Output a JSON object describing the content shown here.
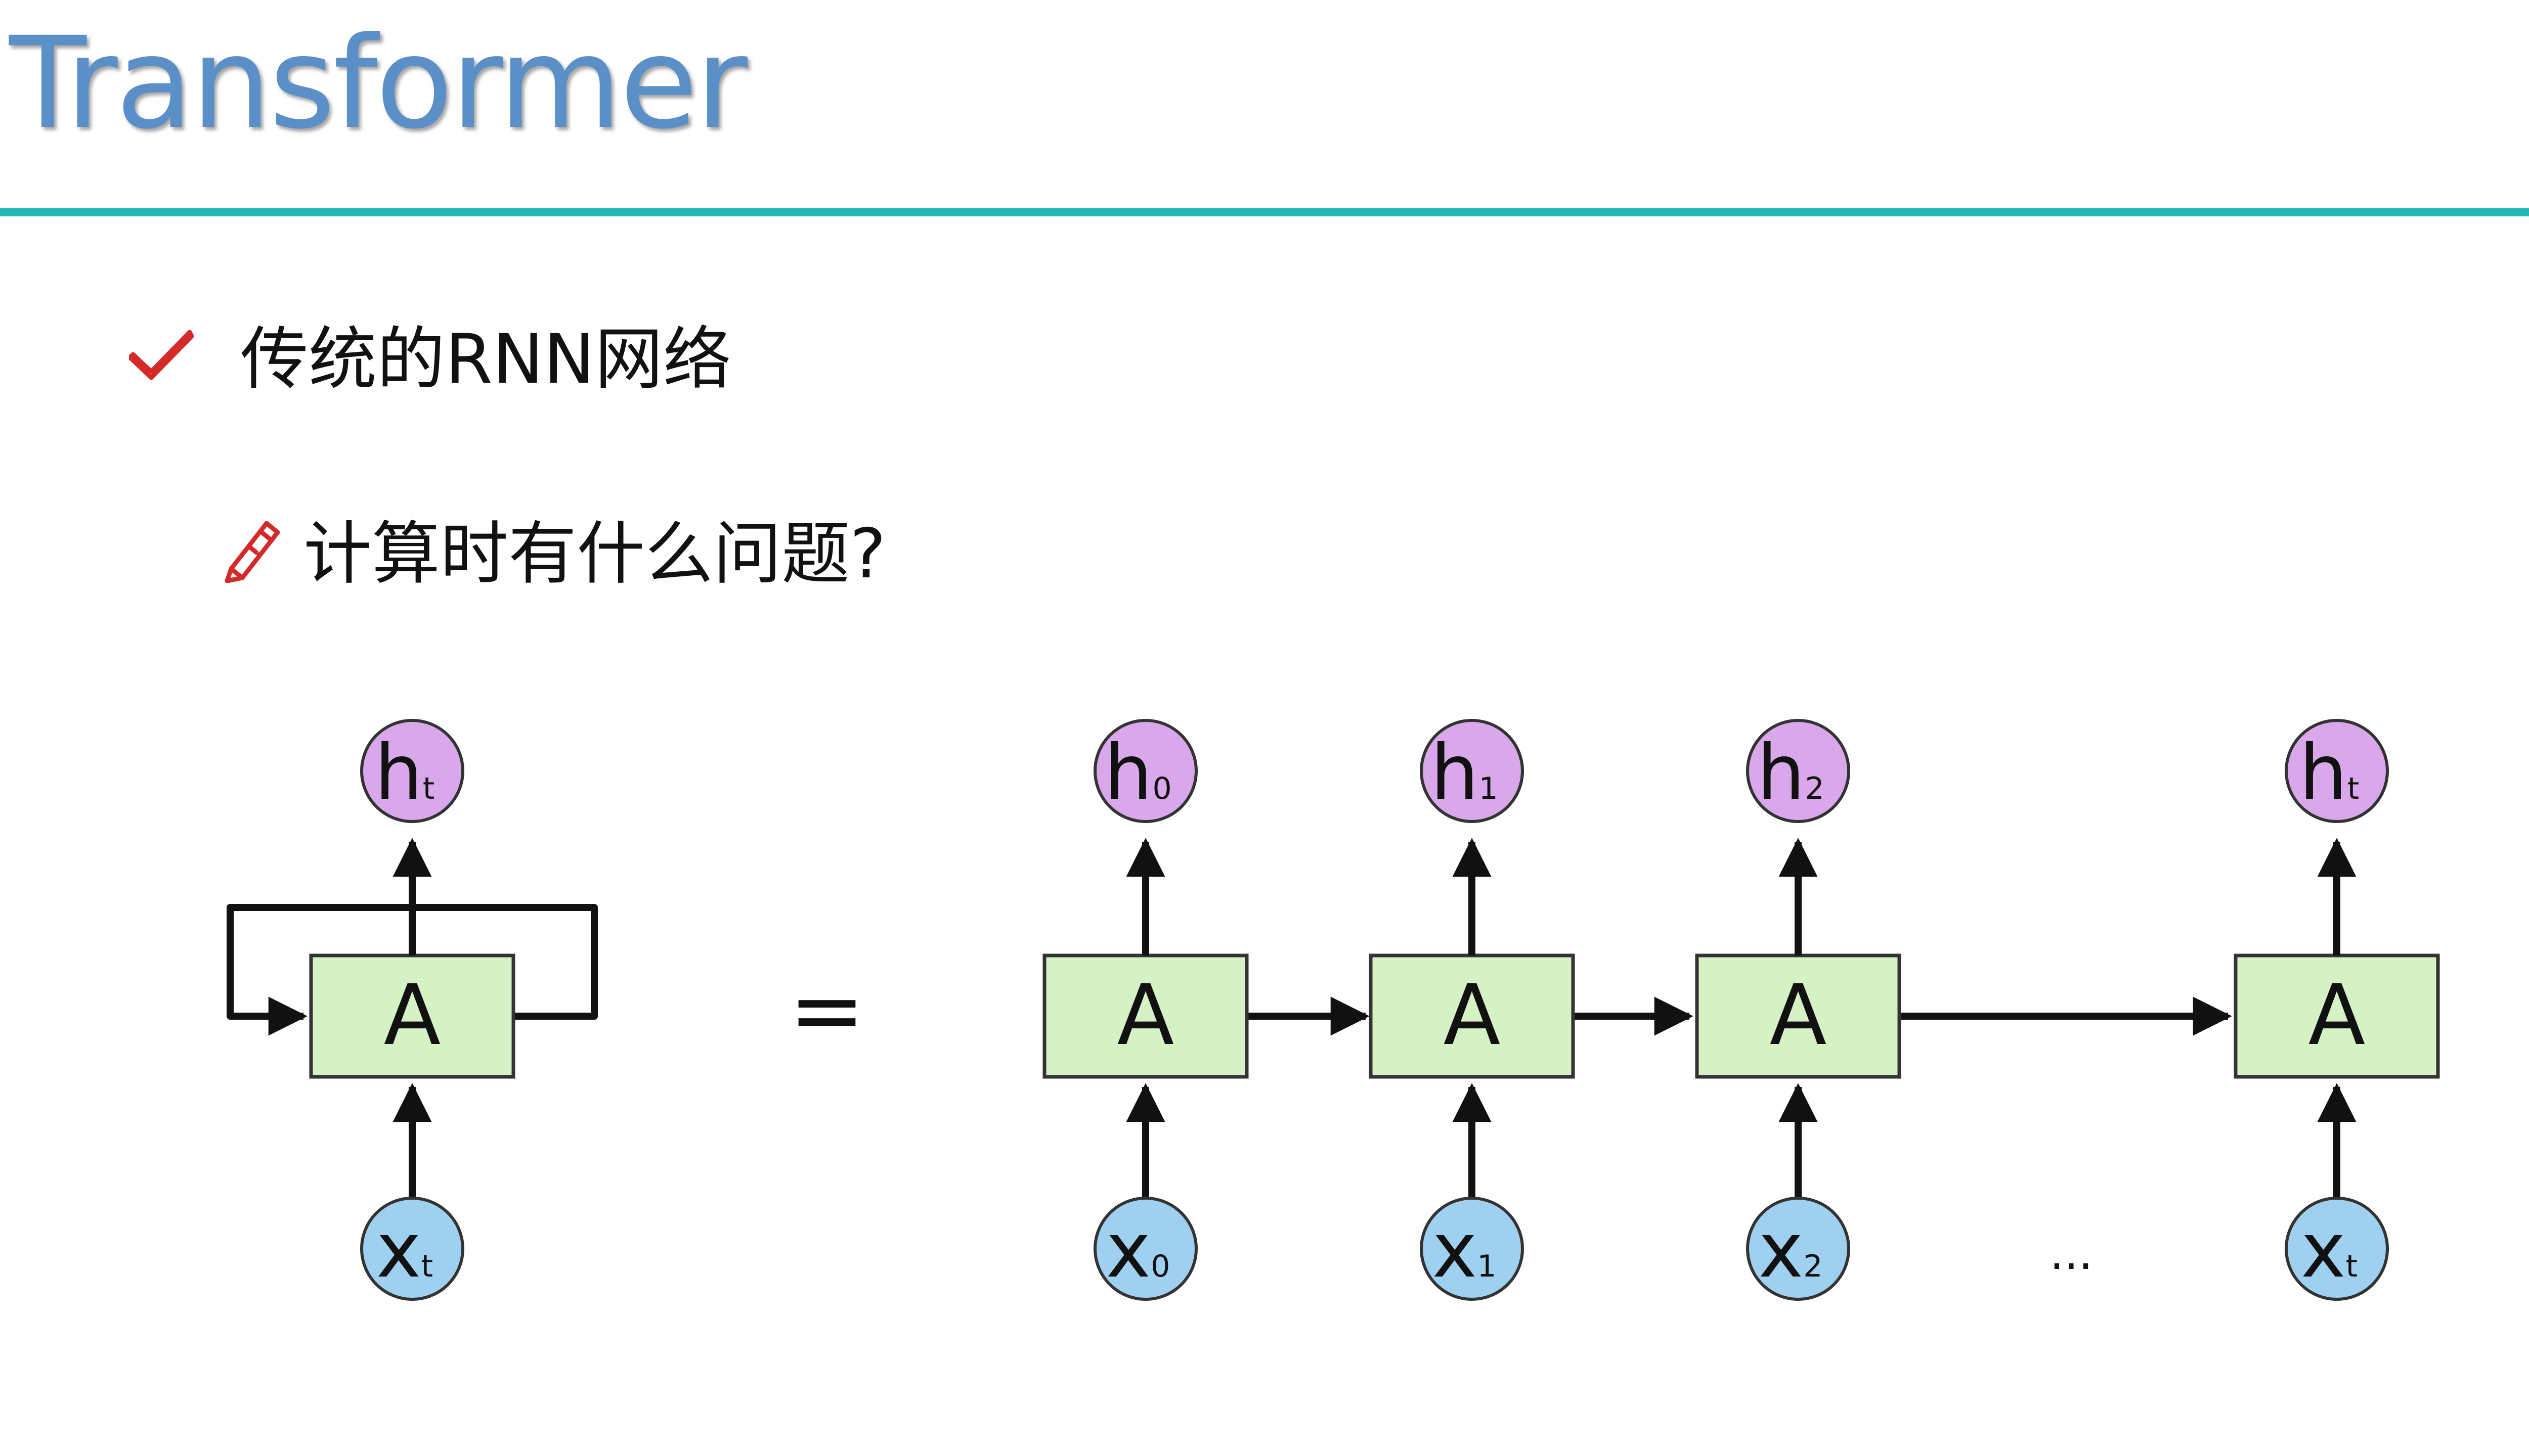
{
  "title": "Transformer",
  "colors": {
    "title": "#5b8fc7",
    "rule": "#23b6b6",
    "accent_icon": "#d42a2a",
    "box_fill": "#d6f1c6",
    "output_node_fill": "#d9a8ea",
    "input_node_fill": "#9fd0f0"
  },
  "bullets": [
    {
      "icon": "check-icon",
      "text": "传统的RNN网络"
    },
    {
      "icon": "pencil-icon",
      "text": "计算时有什么问题?"
    }
  ],
  "diagram": {
    "rolled": {
      "box_label": "A",
      "output": {
        "main": "h",
        "sub": "t"
      },
      "input": {
        "main": "x",
        "sub": "t"
      }
    },
    "equals_label": "=",
    "unrolled": [
      {
        "box_label": "A",
        "output": {
          "main": "h",
          "sub": "0"
        },
        "input": {
          "main": "x",
          "sub": "0"
        }
      },
      {
        "box_label": "A",
        "output": {
          "main": "h",
          "sub": "1"
        },
        "input": {
          "main": "x",
          "sub": "1"
        }
      },
      {
        "box_label": "A",
        "output": {
          "main": "h",
          "sub": "2"
        },
        "input": {
          "main": "x",
          "sub": "2"
        }
      },
      {
        "box_label": "A",
        "output": {
          "main": "h",
          "sub": "t"
        },
        "input": {
          "main": "x",
          "sub": "t"
        }
      }
    ],
    "ellipsis_label": "..."
  }
}
